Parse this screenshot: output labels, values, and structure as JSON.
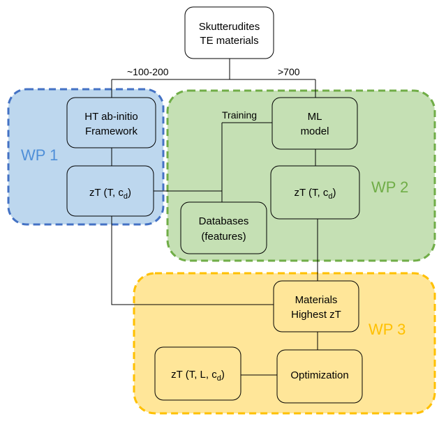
{
  "work_packages": [
    {
      "label": "WP 1",
      "color": "#4f8fd8",
      "fill": "#bdd7ee",
      "border": "#4472c4"
    },
    {
      "label": "WP 2",
      "color": "#70ad47",
      "fill": "#c5e0b4",
      "border": "#70ad47"
    },
    {
      "label": "WP 3",
      "color": "#ffc000",
      "fill": "#ffe699",
      "border": "#ffc000"
    }
  ],
  "nodes": {
    "skutterudites": {
      "line1": "Skutterudites",
      "line2": "TE materials"
    },
    "ht_framework": {
      "line1": "HT ab-initio",
      "line2": "Framework"
    },
    "zt_wp1": {
      "text": "zT (T, c",
      "sub": "d",
      "close": ")"
    },
    "ml_model": {
      "line1": "ML",
      "line2": "model"
    },
    "zt_wp2": {
      "text": "zT (T, c",
      "sub": "d",
      "close": ")"
    },
    "databases": {
      "line1": "Databases",
      "line2": "(features)"
    },
    "materials": {
      "line1": "Materials",
      "line2": "Highest zT"
    },
    "zt_wp3": {
      "text": "zT (T, L, c",
      "sub": "d",
      "close": ")"
    },
    "optimization": {
      "text": "Optimization"
    }
  },
  "edge_labels": {
    "left_branch": "~100-200",
    "right_branch": ">700",
    "training": "Training"
  }
}
